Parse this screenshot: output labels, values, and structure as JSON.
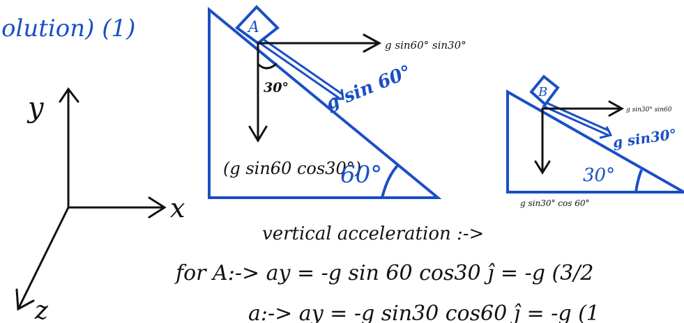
{
  "heading": "olution) (1)",
  "axes": {
    "y": "y",
    "x": "x",
    "z": "z"
  },
  "block_a": {
    "label": "A",
    "horizontal_component": "g sin60° sin30°",
    "angle_small": "30°",
    "along_incline": "g sin 60°",
    "vertical_component": "(g sin60 cos30°)",
    "incline_angle": "60°"
  },
  "block_b": {
    "label": "B",
    "horizontal_component": "g sin30° sin60",
    "along_incline": "g sin30°",
    "incline_angle": "30°",
    "vertical_component": "g sin30° cos 60°"
  },
  "notes": {
    "title": "vertical acceleration :->",
    "line_a": "for A:-> ay = -g sin 60 cos30 ĵ = -g (3/2",
    "line_b": "a:-> ay = -g sin30 cos60 ĵ = -g (1"
  },
  "colors": {
    "ink_blue": "#1a4fc4",
    "ink_black": "#111111"
  }
}
